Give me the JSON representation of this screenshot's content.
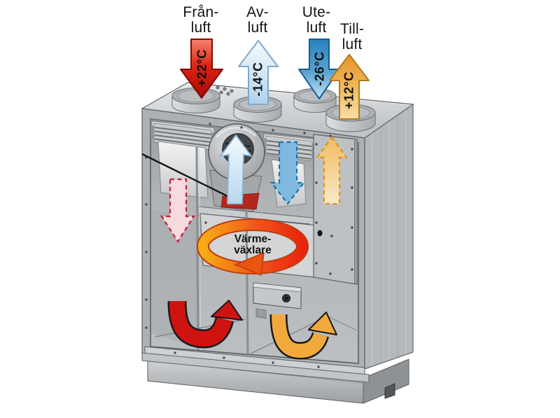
{
  "diagram": {
    "subject": "heat-recovery-ventilation-unit",
    "ducts": [
      {
        "id": "franluft",
        "label_line1": "Från-",
        "label_line2": "luft",
        "temperature": "+22°C",
        "flow": "down-into-unit",
        "arrow_color": "#d11a10"
      },
      {
        "id": "avluft",
        "label_line1": "Av-",
        "label_line2": "luft",
        "temperature": "-14°C",
        "flow": "up-out-of-unit",
        "arrow_color": "#c6ddf0"
      },
      {
        "id": "uteluft",
        "label_line1": "Ute-",
        "label_line2": "luft",
        "temperature": "-26°C",
        "flow": "down-into-unit",
        "arrow_color": "#2c84c0"
      },
      {
        "id": "tilluft",
        "label_line1": "Till-",
        "label_line2": "luft",
        "temperature": "+12°C",
        "flow": "up-out-of-unit",
        "arrow_color": "#e8a22f"
      }
    ],
    "heat_exchanger": {
      "label_line1": "Värme-",
      "label_line2": "växlare",
      "rotation_arrow_colors": [
        "#f7ac16",
        "#e9240c"
      ]
    },
    "internal_arrows": [
      {
        "id": "extract-air-dashed",
        "style": "dashed",
        "color": "#f7dadd"
      },
      {
        "id": "fan-outlet",
        "style": "solid",
        "color": "#cfe4f5"
      },
      {
        "id": "outdoor-air-dashed",
        "style": "dashed",
        "color": "#7fb9df"
      },
      {
        "id": "supply-air-dashed",
        "style": "dashed",
        "color": "#f2bd5e"
      },
      {
        "id": "extract-air-u-turn",
        "style": "solid",
        "color": "#ce1310"
      },
      {
        "id": "supply-air-u-turn",
        "style": "solid",
        "color": "#f2a93b"
      }
    ]
  }
}
